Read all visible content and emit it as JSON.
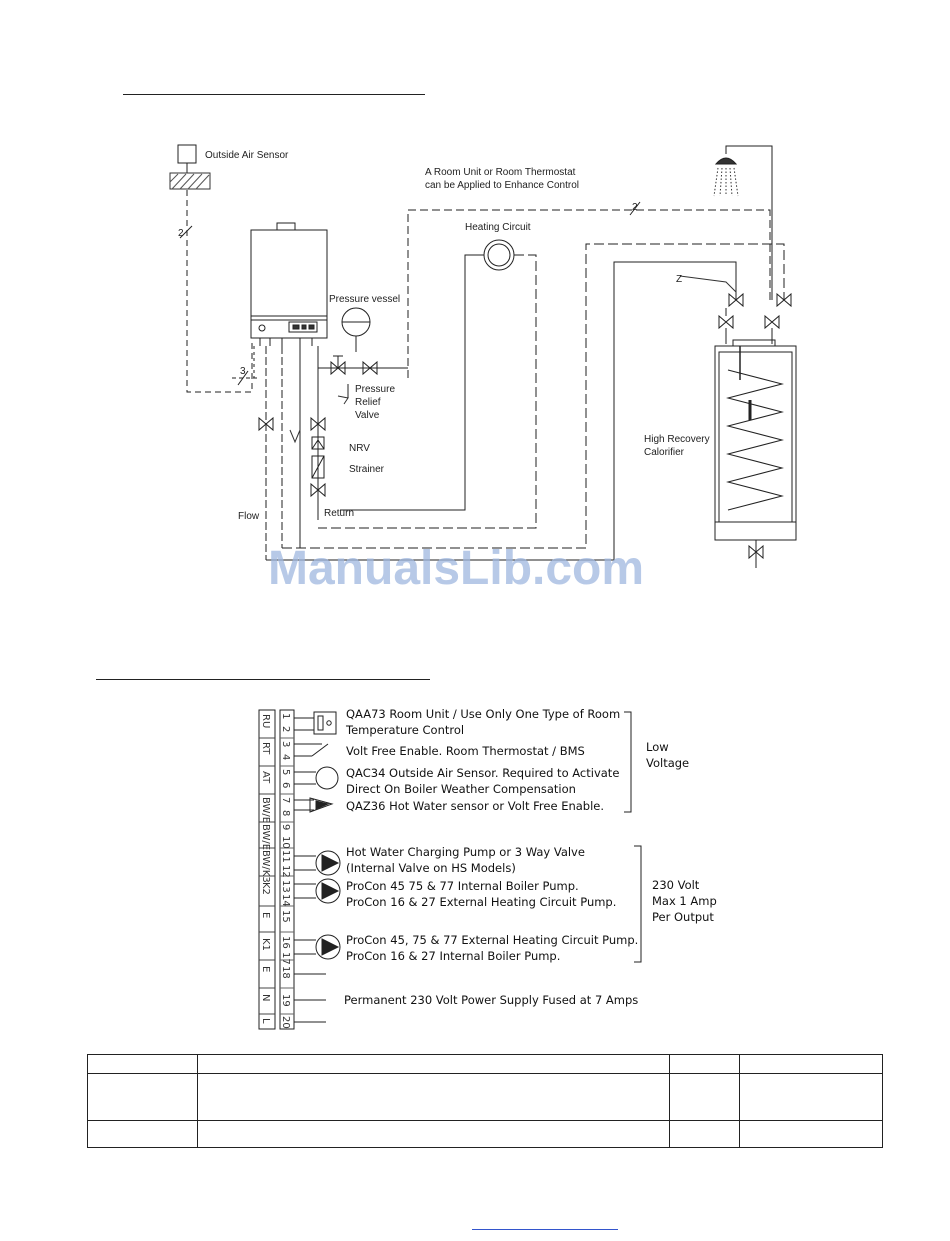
{
  "schematic": {
    "outside_air_sensor": "Outside Air Sensor",
    "room_unit_note_1": "A Room Unit or Room Thermostat",
    "room_unit_note_2": "can be Applied to Enhance Control",
    "heating_circuit": "Heating Circuit",
    "pressure_vessel": "Pressure vessel",
    "prv_1": "Pressure",
    "prv_2": "Relief",
    "prv_3": "Valve",
    "nrv": "NRV",
    "strainer": "Strainer",
    "return": "Return",
    "flow": "Flow",
    "calorifier_1": "High Recovery",
    "calorifier_2": "Calorifier",
    "cable_2a": "2",
    "cable_2b": "2",
    "cable_3": "3",
    "cable_z": "Z"
  },
  "wiring": {
    "left_terminals": [
      "RU",
      "RT",
      "AT",
      "BW/E",
      "BW/E",
      "BW/K3",
      "K2",
      "E",
      "K1",
      "E",
      "N",
      "L"
    ],
    "right_terminals": [
      "1",
      "2",
      "3",
      "4",
      "5",
      "6",
      "7",
      "8",
      "9",
      "10",
      "11",
      "12",
      "13",
      "14",
      "15",
      "16",
      "17",
      "18",
      "19",
      "20"
    ],
    "qaa73_1": "QAA73 Room Unit / Use Only One Type of Room",
    "qaa73_2": "Temperature Control",
    "volt_free": "Volt Free Enable. Room Thermostat / BMS",
    "qac34_1": "QAC34 Outside Air Sensor. Required to Activate",
    "qac34_2": "Direct On Boiler Weather Compensation",
    "qaz36": "QAZ36 Hot Water sensor or Volt Free  Enable.",
    "hw_pump_1": "Hot Water Charging Pump or 3 Way Valve",
    "hw_pump_2": "(Internal Valve on HS Models)",
    "procon_a_1": "ProCon 45 75 & 77 Internal Boiler Pump.",
    "procon_a_2": "ProCon 16 & 27 External Heating Circuit Pump.",
    "procon_b_1": "ProCon 45, 75 &  77 External Heating Circuit Pump.",
    "procon_b_2": "ProCon 16 & 27 Internal Boiler Pump.",
    "power": "Permanent 230 Volt Power Supply Fused at 7 Amps",
    "low_voltage_1": "Low",
    "low_voltage_2": "Voltage",
    "v230_1": "230 Volt",
    "v230_2": "Max 1 Amp",
    "v230_3": "Per Output"
  },
  "watermark": "ManualsLib.com"
}
